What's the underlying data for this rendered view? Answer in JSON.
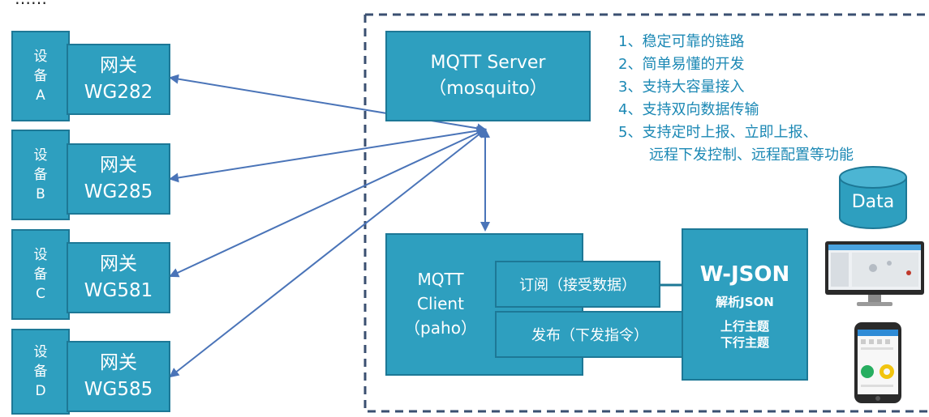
{
  "partial_top_text": "……",
  "devices": [
    {
      "label": [
        "设",
        "备",
        "A"
      ],
      "gateway_name": "网关",
      "gateway_model": "WG282"
    },
    {
      "label": [
        "设",
        "备",
        "B"
      ],
      "gateway_name": "网关",
      "gateway_model": "WG285"
    },
    {
      "label": [
        "设",
        "备",
        "C"
      ],
      "gateway_name": "网关",
      "gateway_model": "WG581"
    },
    {
      "label": [
        "设",
        "备",
        "D"
      ],
      "gateway_name": "网关",
      "gateway_model": "WG585"
    }
  ],
  "server": {
    "title": "MQTT Server",
    "subtitle": "（mosquito）"
  },
  "features": [
    "1、稳定可靠的链路",
    "2、简单易懂的开发",
    "3、支持大容量接入",
    "4、支持双向数据传输",
    "5、支持定时上报、立即上报、",
    "远程下发控制、远程配置等功能"
  ],
  "client": {
    "line1": "MQTT",
    "line2": "Client",
    "line3": "（paho）",
    "subscribe": "订阅（接受数据）",
    "publish": "发布（下发指令）"
  },
  "wjson": {
    "title": "W-JSON",
    "line1": "解析JSON",
    "line2": "上行主题",
    "line3": "下行主题"
  },
  "database": {
    "label": "Data"
  },
  "colors": {
    "box": "#2e9fbf",
    "border": "#1d7896",
    "arrow": "#4a74b8",
    "feature_text": "#1b88b4",
    "dash": "#3a4f70"
  }
}
